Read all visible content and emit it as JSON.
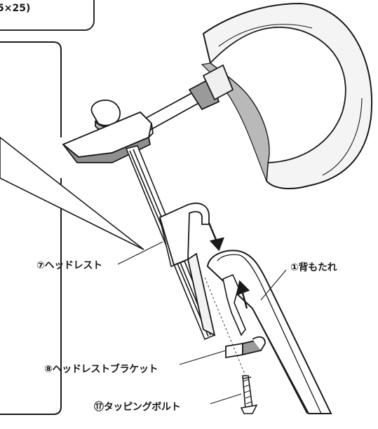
{
  "header_tab": {
    "text": "5×25)"
  },
  "labels": {
    "headrest": "⑦ヘッドレスト",
    "backrest": "①背もたれ",
    "bracket": "⑧ヘッドレストブラケット",
    "bolt": "⑰タッピングボルト"
  },
  "colors": {
    "line": "#1a1a1a",
    "cushion_fill": "#f4f4f4",
    "cushion_shade": "#b9b9b9",
    "plate_shade": "#8f8f8f"
  }
}
